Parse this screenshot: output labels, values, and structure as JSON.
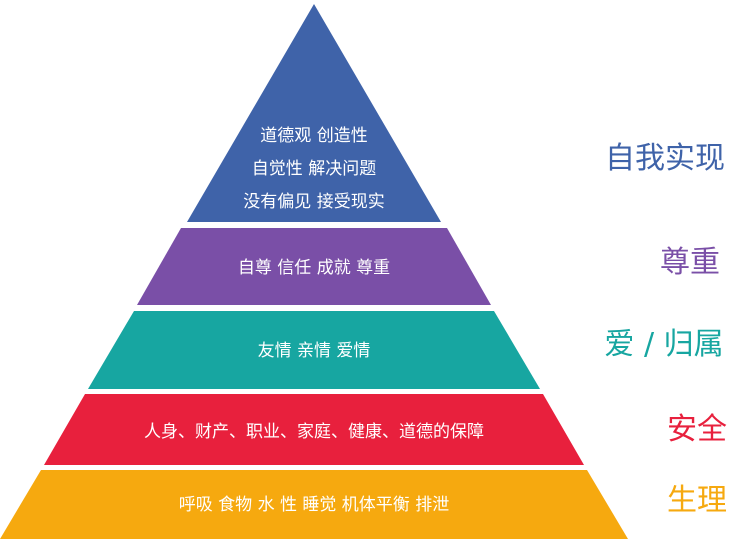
{
  "levels": [
    {
      "label": "自我实现",
      "color": "#3f63a9",
      "lines": [
        "道德观 创造性",
        "自觉性 解决问题",
        "没有偏见 接受现实"
      ]
    },
    {
      "label": "尊重",
      "color": "#7a4fa7",
      "lines": [
        "自尊 信任 成就 尊重"
      ]
    },
    {
      "label": "爱 / 归属",
      "color": "#17a6a1",
      "lines": [
        "友情  亲情  爱情"
      ]
    },
    {
      "label": "安全",
      "color": "#e8203d",
      "lines": [
        "人身、财产、职业、家庭、健康、道德的保障"
      ]
    },
    {
      "label": "生理",
      "color": "#f6a90f",
      "lines": [
        "呼吸  食物  水  性  睡觉  机体平衡   排泄"
      ]
    }
  ]
}
